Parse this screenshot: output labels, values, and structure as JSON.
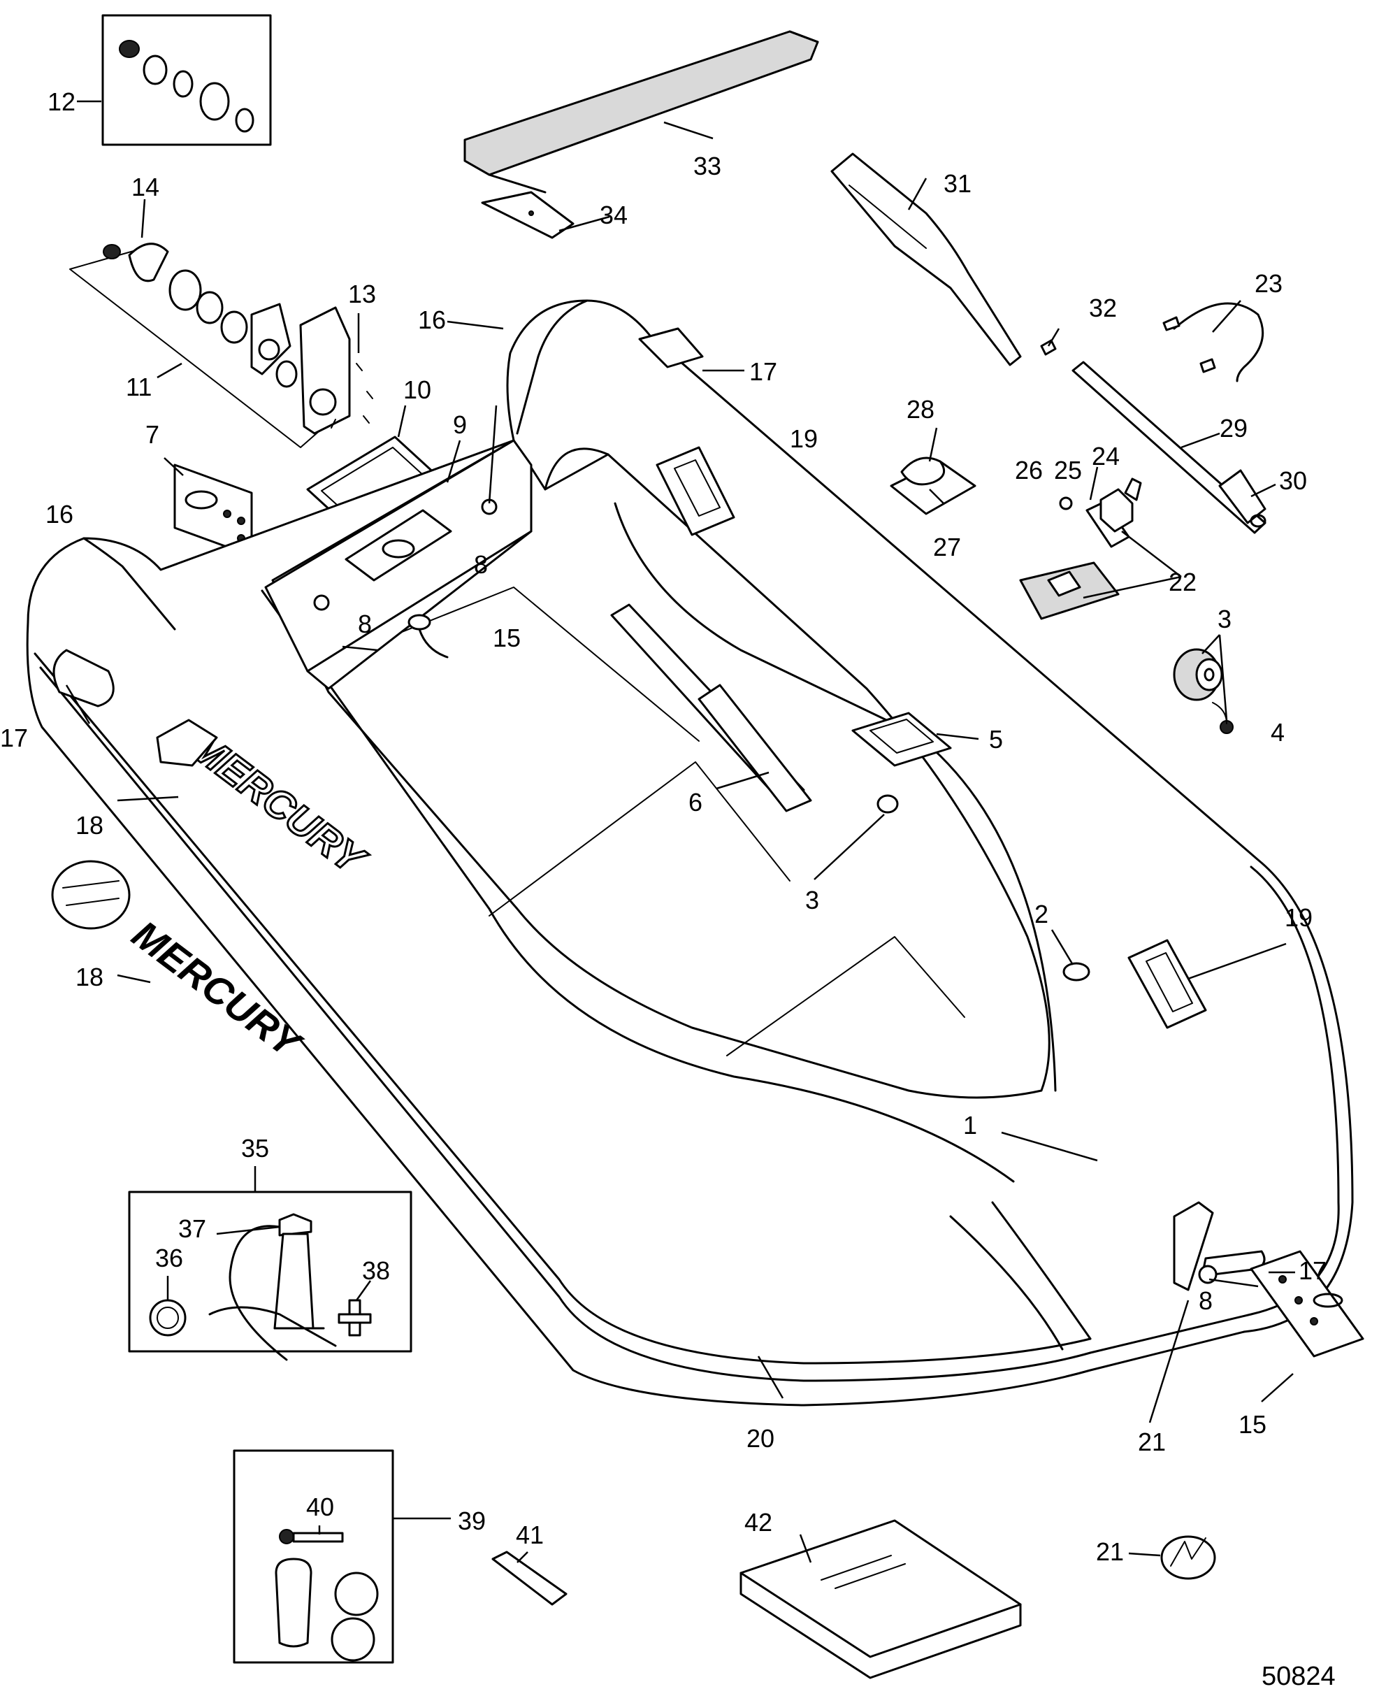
{
  "figure_number": "50824",
  "brand_text": "MERCURY",
  "callouts": {
    "c1": "1",
    "c2": "2",
    "c3a": "3",
    "c3b": "3",
    "c4": "4",
    "c5": "5",
    "c6": "6",
    "c7": "7",
    "c8a": "8",
    "c8b": "8",
    "c8c": "8",
    "c9": "9",
    "c10": "10",
    "c11": "11",
    "c12": "12",
    "c13": "13",
    "c14": "14",
    "c15a": "15",
    "c15b": "15",
    "c16a": "16",
    "c16b": "16",
    "c17a": "17",
    "c17b": "17",
    "c17c": "17",
    "c18a": "18",
    "c18b": "18",
    "c19a": "19",
    "c19b": "19",
    "c20": "20",
    "c21a": "21",
    "c21b": "21",
    "c22": "22",
    "c23": "23",
    "c24": "24",
    "c25": "25",
    "c26": "26",
    "c27": "27",
    "c28": "28",
    "c29": "29",
    "c30": "30",
    "c31": "31",
    "c32": "32",
    "c33": "33",
    "c34": "34",
    "c35": "35",
    "c36": "36",
    "c37": "37",
    "c38": "38",
    "c39": "39",
    "c40": "40",
    "c41": "41",
    "c42": "42"
  }
}
